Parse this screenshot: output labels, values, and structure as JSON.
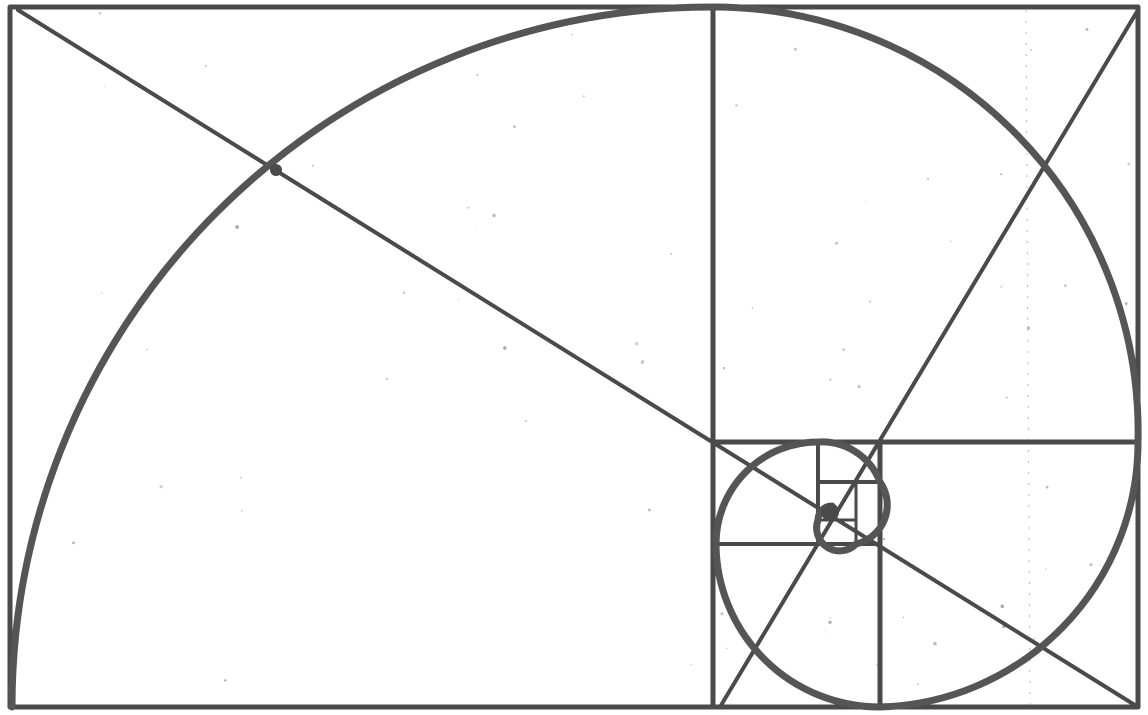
{
  "colors": {
    "background": "#ffffff",
    "line": "#4a4a4a",
    "spiral": "#555555",
    "speckle": "#8a8a8a"
  },
  "diagram": {
    "kind": "golden-spiral",
    "squares": 9,
    "diagonals": 2
  }
}
